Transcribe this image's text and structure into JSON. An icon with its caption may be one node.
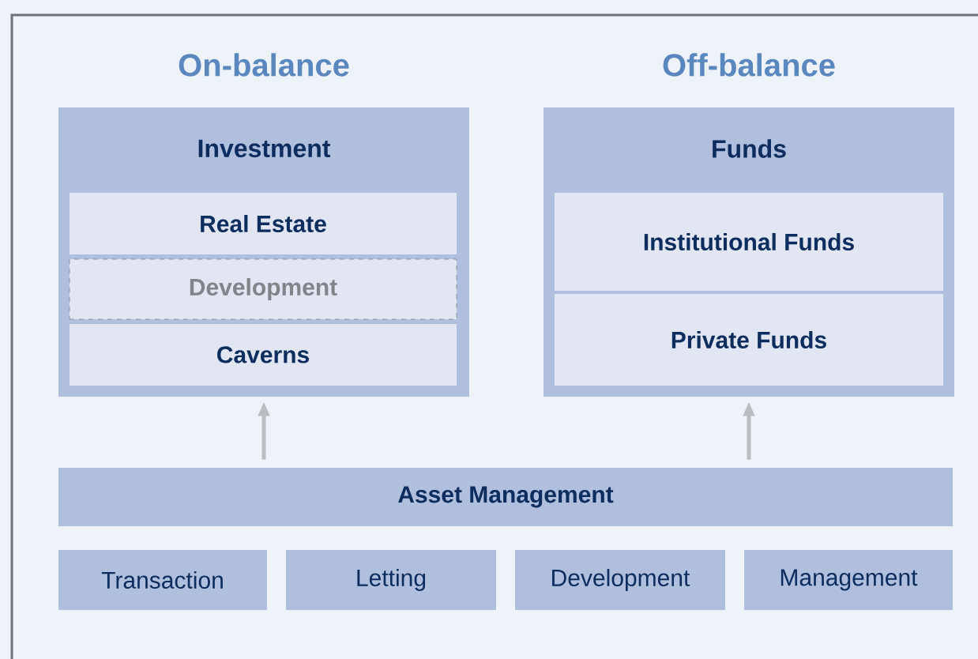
{
  "diagram": {
    "nodes": [
      {
        "text": [
          "On-balance",
          "Investment"
        ]
      },
      {
        "text": [
          "Real Estate"
        ],
        "in": 0
      },
      {
        "text": [
          "Development"
        ],
        "in": 0
      },
      {
        "text": [
          "Caverns"
        ],
        "in": 0
      },
      {
        "text": [
          "Off-balance",
          "Funds"
        ]
      },
      {
        "text": [
          "Institutional Funds"
        ],
        "in": 4
      },
      {
        "text": [
          "Private Funds"
        ],
        "in": 4
      },
      {
        "text": [
          "Asset Management"
        ]
      },
      {
        "text": [
          "Transaction"
        ]
      },
      {
        "text": [
          "Letting"
        ]
      },
      {
        "text": [
          "Development"
        ]
      },
      {
        "text": [
          "Management"
        ]
      }
    ],
    "edges": [
      {
        "from": 7,
        "to": 0,
        "arrow": "to",
        "color": "#b9bfc0"
      },
      {
        "from": 7,
        "to": 4,
        "arrow": "to",
        "color": "#b9bfc0"
      }
    ]
  }
}
